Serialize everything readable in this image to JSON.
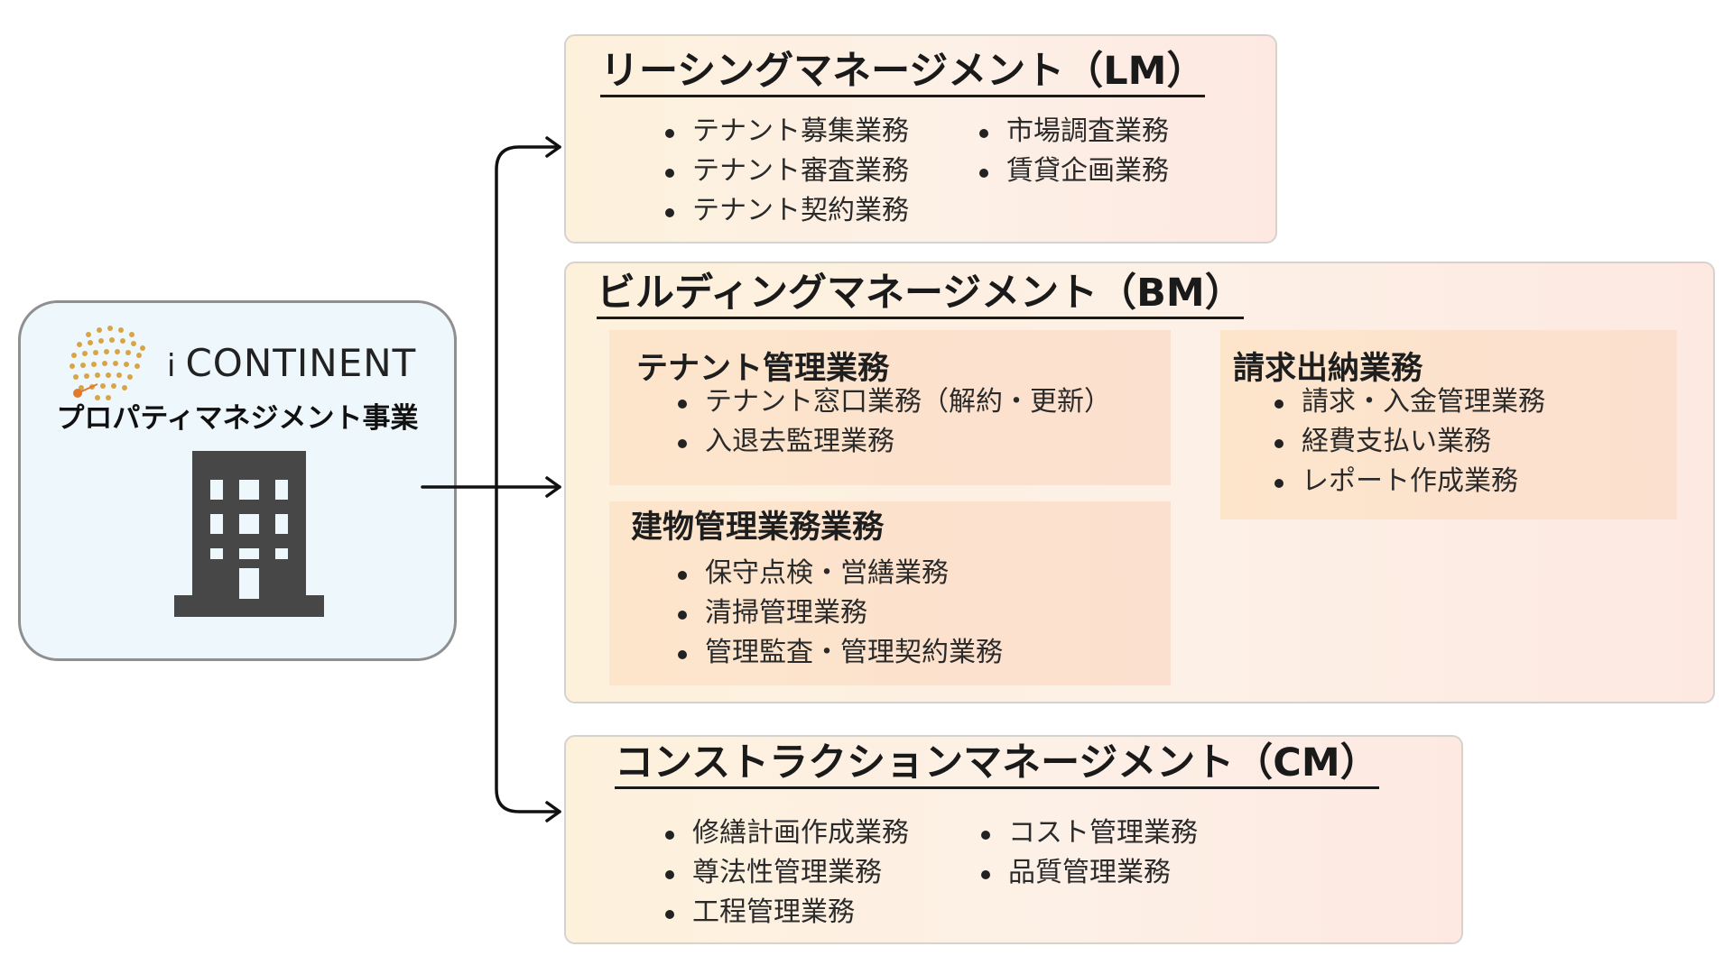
{
  "company": {
    "name": "CONTINENT",
    "name_prefix": "i",
    "business_title": "プロパティマネジメント事業"
  },
  "panels": {
    "lm": {
      "title": "リーシングマネージメント（LM）",
      "col1": [
        "テナント募集業務",
        "テナント審査業務",
        "テナント契約業務"
      ],
      "col2": [
        "市場調査業務",
        "賃貸企画業務"
      ]
    },
    "bm": {
      "title": "ビルディングマネージメント（BM）",
      "tenant": {
        "title": "テナント管理業務",
        "items": [
          "テナント窓口業務（解約・更新）",
          "入退去監理業務"
        ]
      },
      "building": {
        "title": "建物管理業務業務",
        "items": [
          "保守点検・営繕業務",
          "清掃管理業務",
          "管理監査・管理契約業務"
        ]
      },
      "billing": {
        "title": "請求出納業務",
        "items": [
          "請求・入金管理業務",
          "経費支払い業務",
          "レポート作成業務"
        ]
      }
    },
    "cm": {
      "title": "コンストラクションマネージメント（CM）",
      "col1": [
        "修繕計画作成業務",
        "尊法性管理業務",
        "工程管理業務"
      ],
      "col2": [
        "コスト管理業務",
        "品質管理業務"
      ]
    }
  },
  "colors": {
    "card_bg": "#eef7fc",
    "panel_bg": "#fdf0e6",
    "sub_box_bg": "#fde5cb",
    "building_icon": "#474747",
    "logo_dots": "#d9a446"
  },
  "icons": [
    "logo-dots-icon",
    "building-icon",
    "arrow-icon"
  ]
}
